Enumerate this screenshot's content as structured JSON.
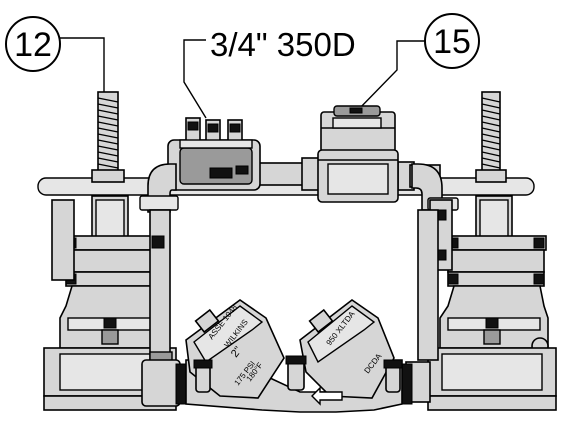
{
  "callouts": {
    "left_number": "12",
    "meter_label": "3/4\" 350D",
    "right_number": "15"
  },
  "valve_body_text": {
    "left_plate_line1": "ASSE 1048",
    "left_plate_line2": "WILKINS",
    "size": "2\"",
    "rating_line1": "175 PSI",
    "rating_line2": "180°F",
    "right_plate_line1": "950 XLTDA",
    "right_plate_line2": "DCDA"
  },
  "colors": {
    "line": "#000000",
    "metal": "#d6d6d6",
    "metal_light": "#e6e6e6",
    "metal_dark": "#9a9a9a",
    "background": "#ffffff"
  }
}
